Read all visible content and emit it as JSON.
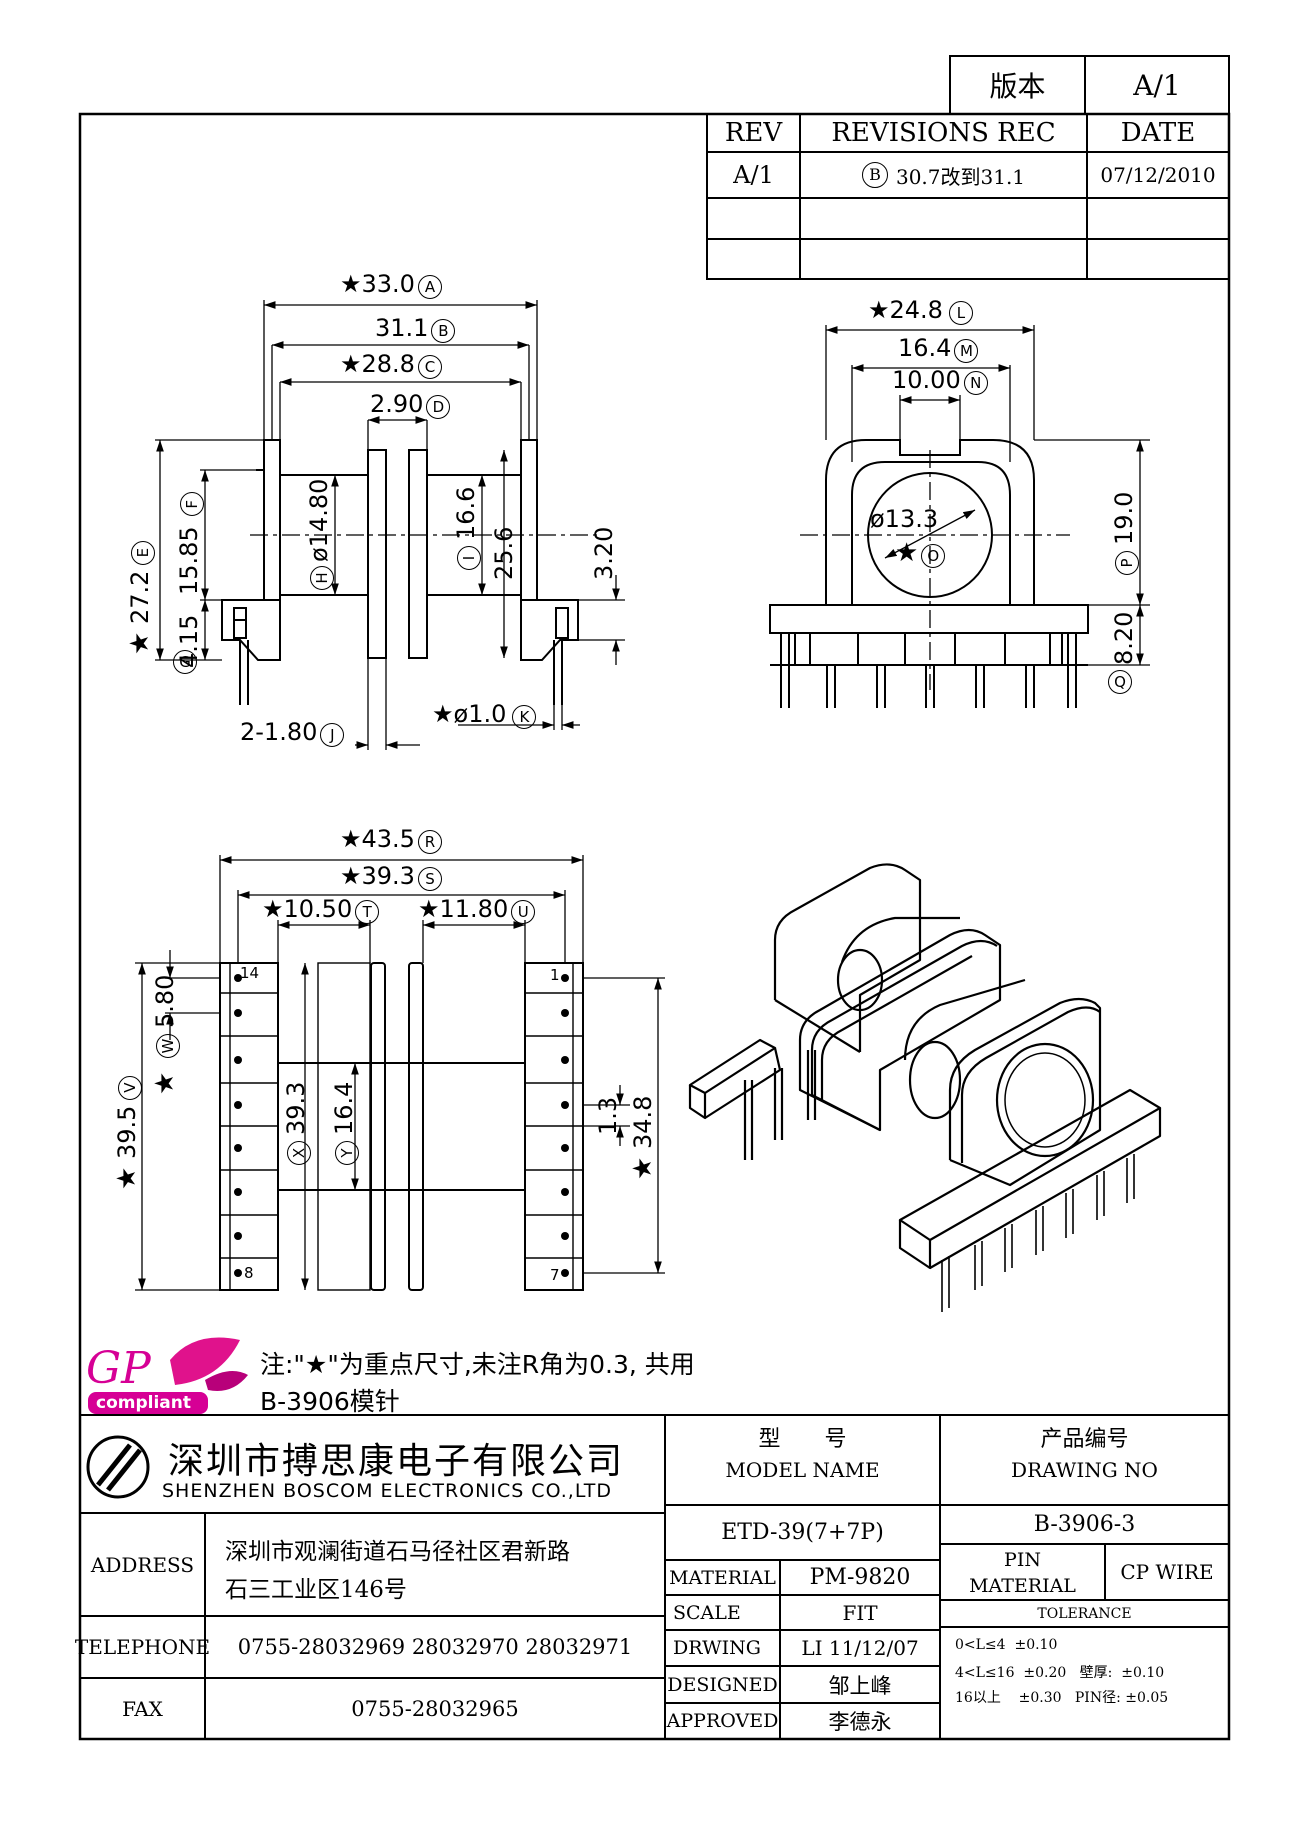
{
  "revision_block": {
    "version_label": "版本",
    "version_value": "A/1",
    "headers": [
      "REV",
      "REVISIONS REC",
      "DATE"
    ],
    "rows": [
      {
        "rev": "A/1",
        "marker": "B",
        "note": "30.7改到31.1",
        "date": "07/12/2010"
      }
    ]
  },
  "views": {
    "side": {
      "dims": [
        {
          "label": "★33.0",
          "tag": "A"
        },
        {
          "label": "31.1",
          "tag": "B"
        },
        {
          "label": "★28.8",
          "tag": "C"
        },
        {
          "label": "2.90",
          "tag": "D"
        },
        {
          "label": "27.2",
          "tag": "E"
        },
        {
          "label": "15.85",
          "tag": "F"
        },
        {
          "label": "4.15",
          "tag": "G"
        },
        {
          "label": "ø14.80",
          "tag": "H"
        },
        {
          "label": "16.6",
          "tag": "I"
        },
        {
          "label": "25.6",
          "tag": ""
        },
        {
          "label": "3.20",
          "tag": ""
        },
        {
          "label": "2-1.80",
          "tag": "J"
        },
        {
          "label": "★ø1.0",
          "tag": "K"
        }
      ]
    },
    "end": {
      "dims": [
        {
          "label": "★24.8",
          "tag": "L"
        },
        {
          "label": "16.4",
          "tag": "M"
        },
        {
          "label": "10.00",
          "tag": "N"
        },
        {
          "label": "ø13.3",
          "tag": ""
        },
        {
          "label": "★",
          "tag": "O"
        },
        {
          "label": "19.0",
          "tag": "P"
        },
        {
          "label": "8.20",
          "tag": "Q"
        }
      ]
    },
    "bottom": {
      "dims": [
        {
          "label": "★43.5",
          "tag": "R"
        },
        {
          "label": "★39.3",
          "tag": "S"
        },
        {
          "label": "★10.50",
          "tag": "T"
        },
        {
          "label": "★11.80",
          "tag": "U"
        },
        {
          "label": "39.5",
          "tag": "V"
        },
        {
          "label": "5.80",
          "tag": "W"
        },
        {
          "label": "39.3",
          "tag": "X"
        },
        {
          "label": "16.4",
          "tag": "Y"
        },
        {
          "label": "1.3",
          "tag": ""
        },
        {
          "label": "34.8",
          "tag": ""
        }
      ],
      "pins": [
        "14",
        "1",
        "8",
        "7"
      ]
    }
  },
  "logo": {
    "gp": "GP",
    "compliant": "compliant"
  },
  "notes": {
    "line1": "注:\"★\"为重点尺寸,未注R角为0.3, 共用",
    "line2": "B-3906模针"
  },
  "title_block": {
    "company_cn": "深圳市搏思康电子有限公司",
    "company_en": "SHENZHEN BOSCOM ELECTRONICS CO.,LTD",
    "model_name_cn": "型　　号",
    "model_name_en": "MODEL NAME",
    "model_value": "ETD-39(7+7P)",
    "drawing_no_cn": "产品编号",
    "drawing_no_en": "DRAWING NO",
    "drawing_no_value": "B-3906-3",
    "address_label": "ADDRESS",
    "address_line1": "深圳市观澜街道石马径社区君新路",
    "address_line2": "石三工业区146号",
    "telephone_label": "TELEPHONE",
    "telephone_value": "0755-28032969 28032970 28032971",
    "fax_label": "FAX",
    "fax_value": "0755-28032965",
    "material_label": "MATERIAL",
    "material_value": "PM-9820",
    "scale_label": "SCALE",
    "scale_value": "FIT",
    "drawing_label": "DRWING",
    "drawing_value": "LI 11/12/07",
    "designed_label": "DESIGNED",
    "designed_value": "邹上峰",
    "approved_label": "APPROVED",
    "approved_value": "李德永",
    "pin_material_label1": "PIN",
    "pin_material_label2": "MATERIAL",
    "pin_material_value": "CP WIRE",
    "tolerance_label": "TOLERANCE",
    "tolerance_rows": [
      "0<L≤4  ±0.10",
      "4<L≤16  ±0.20   壁厚:  ±0.10",
      "16以上    ±0.30   PIN径: ±0.05"
    ]
  }
}
